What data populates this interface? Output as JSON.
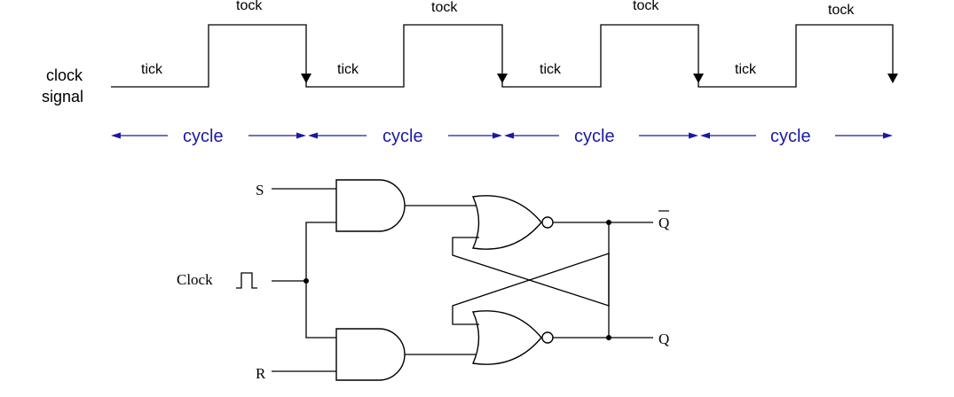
{
  "clock_diagram": {
    "signal_label_line1": "clock",
    "signal_label_line2": "signal",
    "tick_label": "tick",
    "tock_label": "tock",
    "cycle_label": "cycle",
    "cycle_color": "#1a1aa0",
    "cycles": [
      {
        "tick": "tick",
        "tock": "tock",
        "cycle": "cycle"
      },
      {
        "tick": "tick",
        "tock": "tock",
        "cycle": "cycle"
      },
      {
        "tick": "tick",
        "tock": "tock",
        "cycle": "cycle"
      },
      {
        "tick": "tick",
        "tock": "tock",
        "cycle": "cycle"
      }
    ]
  },
  "latch_diagram": {
    "input_s": "S",
    "input_r": "R",
    "clock_label": "Clock",
    "output_q": "Q",
    "output_qbar": "Q",
    "gates": [
      "AND",
      "AND",
      "NOR",
      "NOR"
    ]
  }
}
